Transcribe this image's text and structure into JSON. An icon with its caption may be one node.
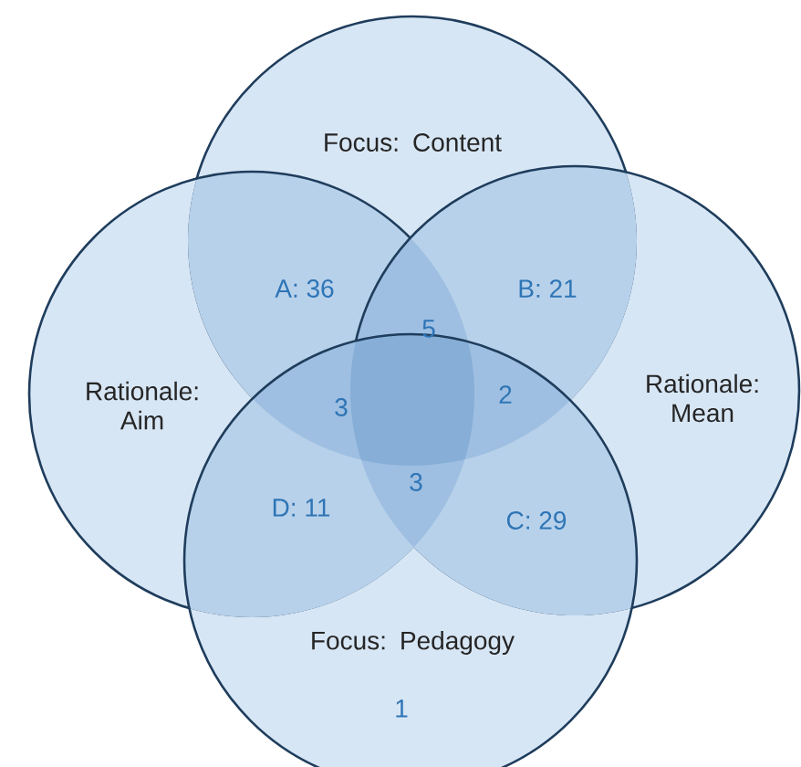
{
  "diagram": {
    "nodes": [
      {
        "text": [
          "Focus: Content"
        ]
      },
      {
        "text": [
          "Rationale: Aim"
        ]
      },
      {
        "text": [
          "Rationale: Mean"
        ]
      },
      {
        "text": [
          "Focus: Pedagogy"
        ]
      }
    ],
    "labels": [
      "A: 36",
      "B: 21",
      "5",
      "3",
      "2",
      "3",
      "D: 11",
      "C: 29",
      "1"
    ]
  }
}
